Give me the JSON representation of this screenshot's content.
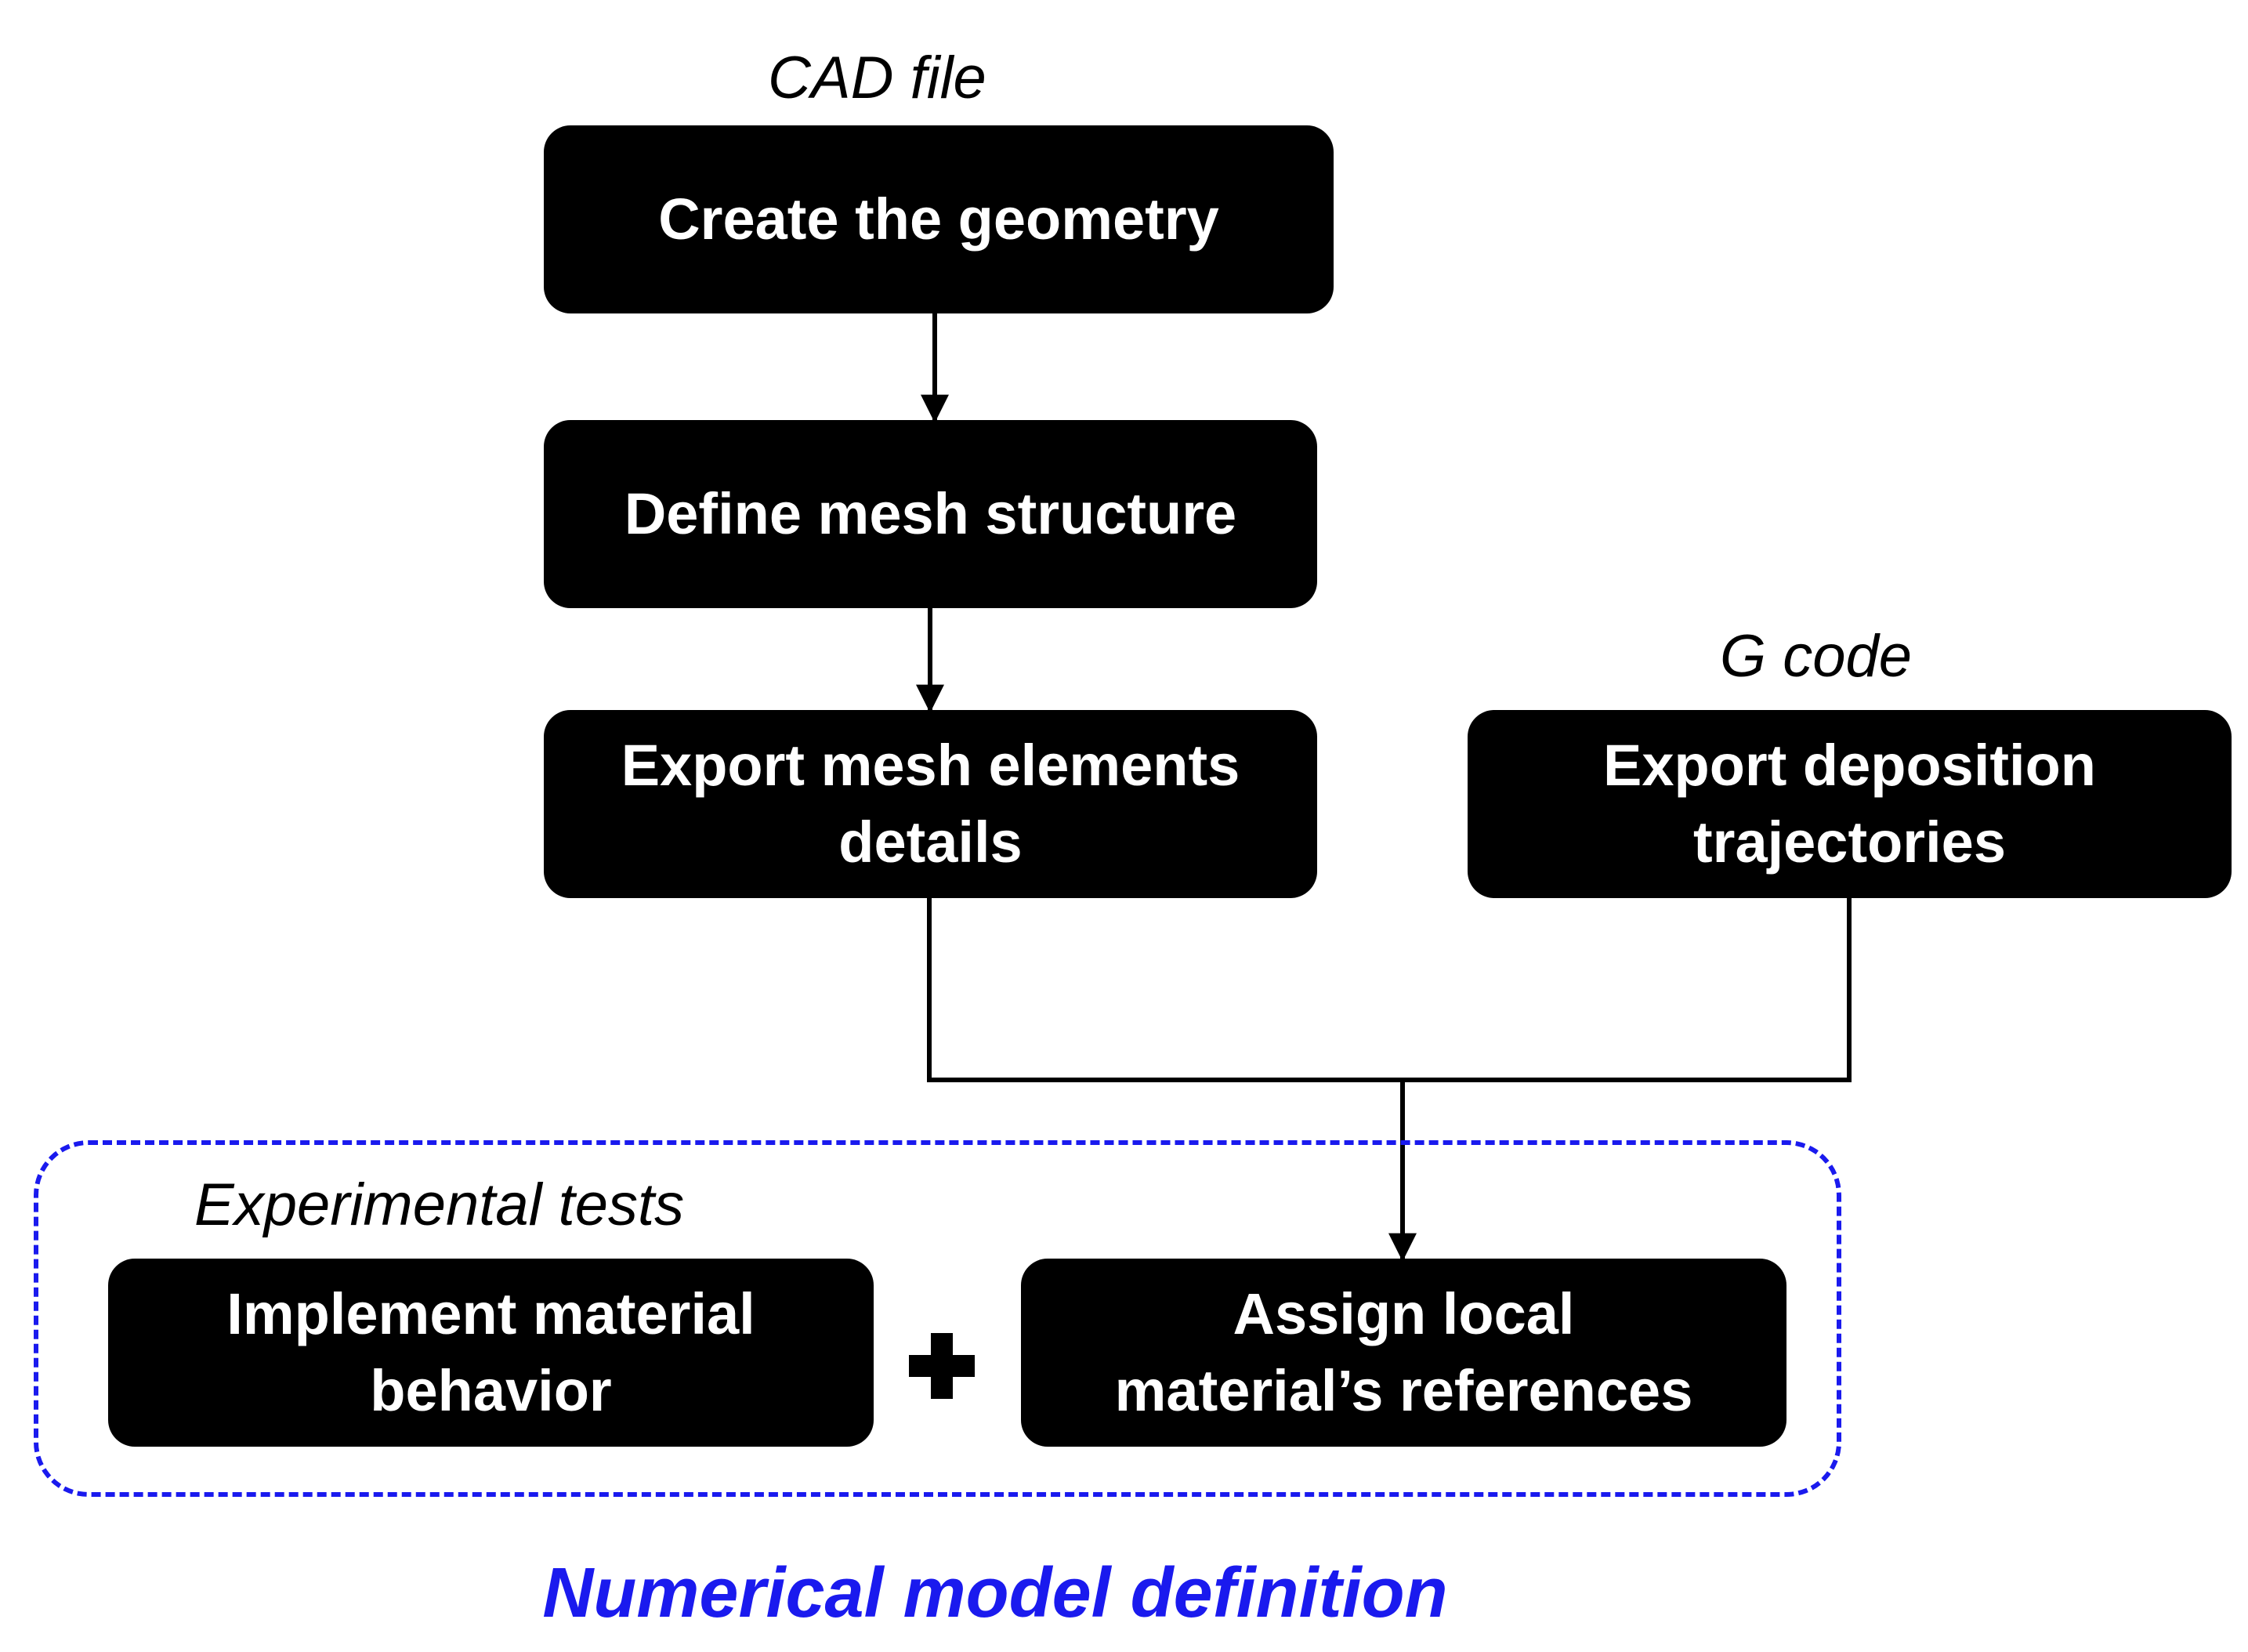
{
  "annotations": {
    "cad_file": "CAD file",
    "g_code": "G code",
    "experimental_tests": "Experimental tests"
  },
  "steps": {
    "create_geometry": "Create the geometry",
    "define_mesh": "Define mesh structure",
    "export_mesh": "Export mesh elements\ndetails",
    "export_deposition": "Export deposition\ntrajectories",
    "implement_material": "Implement material\nbehavior",
    "assign_local": "Assign local\nmaterial’s references"
  },
  "group_label": "Numerical model definition",
  "colors": {
    "box_fill": "#000000",
    "box_text": "#ffffff",
    "group_accent": "#1a1aee"
  }
}
